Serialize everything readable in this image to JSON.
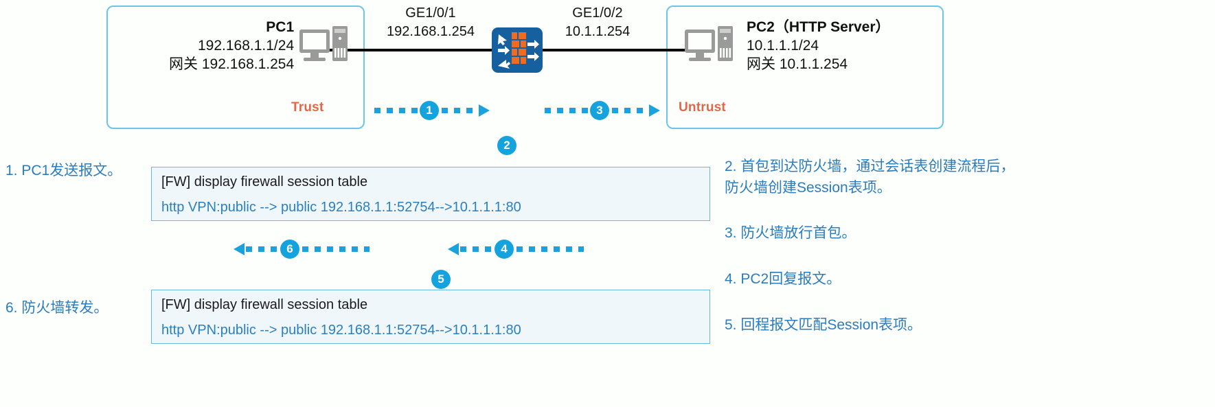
{
  "diagram": {
    "title_present": false,
    "colors": {
      "accent_blue": "#15a3de",
      "zone_border": "#6cc4e8",
      "zone_label": "#e2674a",
      "session_text": "#2a7fc0",
      "step_text": "#2b7cbf",
      "firewall_body": "#17609f",
      "firewall_bricks": "#ef6b22",
      "pc_icon": "#999999",
      "wire": "#000000",
      "session_box_bg": "#eff7fb"
    }
  },
  "zones": {
    "trust": {
      "label": "Trust"
    },
    "untrust": {
      "label": "Untrust"
    }
  },
  "hosts": {
    "pc1": {
      "icon": "desktop-pc-icon",
      "name": "PC1",
      "ip": "192.168.1.1/24",
      "gateway": "网关 192.168.1.254"
    },
    "pc2": {
      "icon": "desktop-pc-icon",
      "name": "PC2（HTTP Server）",
      "ip": "10.1.1.1/24",
      "gateway": "网关 10.1.1.254"
    }
  },
  "firewall": {
    "icon": "firewall-icon",
    "interfaces": [
      {
        "name": "GE1/0/1",
        "ip": "192.168.1.254"
      },
      {
        "name": "GE1/0/2",
        "ip": "10.1.1.254"
      }
    ]
  },
  "flows": [
    {
      "id": "1",
      "badge": "1",
      "direction": "right"
    },
    {
      "id": "3",
      "badge": "3",
      "direction": "right"
    },
    {
      "id": "6",
      "badge": "6",
      "direction": "left"
    },
    {
      "id": "4",
      "badge": "4",
      "direction": "left"
    }
  ],
  "session_tables": [
    {
      "badge": "2",
      "command": "[FW] display firewall session table",
      "row": "http  VPN:public --> public 192.168.1.1:52754-->10.1.1.1:80"
    },
    {
      "badge": "5",
      "command": "[FW] display firewall session table",
      "row": "http  VPN:public --> public 192.168.1.1:52754-->10.1.1.1:80"
    }
  ],
  "steps_left": [
    {
      "text": "1. PC1发送报文。"
    },
    {
      "text": "6. 防火墙转发。"
    }
  ],
  "steps_right": [
    {
      "line1": "2. 首包到达防火墙，通过会话表创建流程后，",
      "line2": "防火墙创建Session表项。"
    },
    {
      "line1": "3. 防火墙放行首包。"
    },
    {
      "line1": "4. PC2回复报文。"
    },
    {
      "line1": "5. 回程报文匹配Session表项。"
    }
  ]
}
